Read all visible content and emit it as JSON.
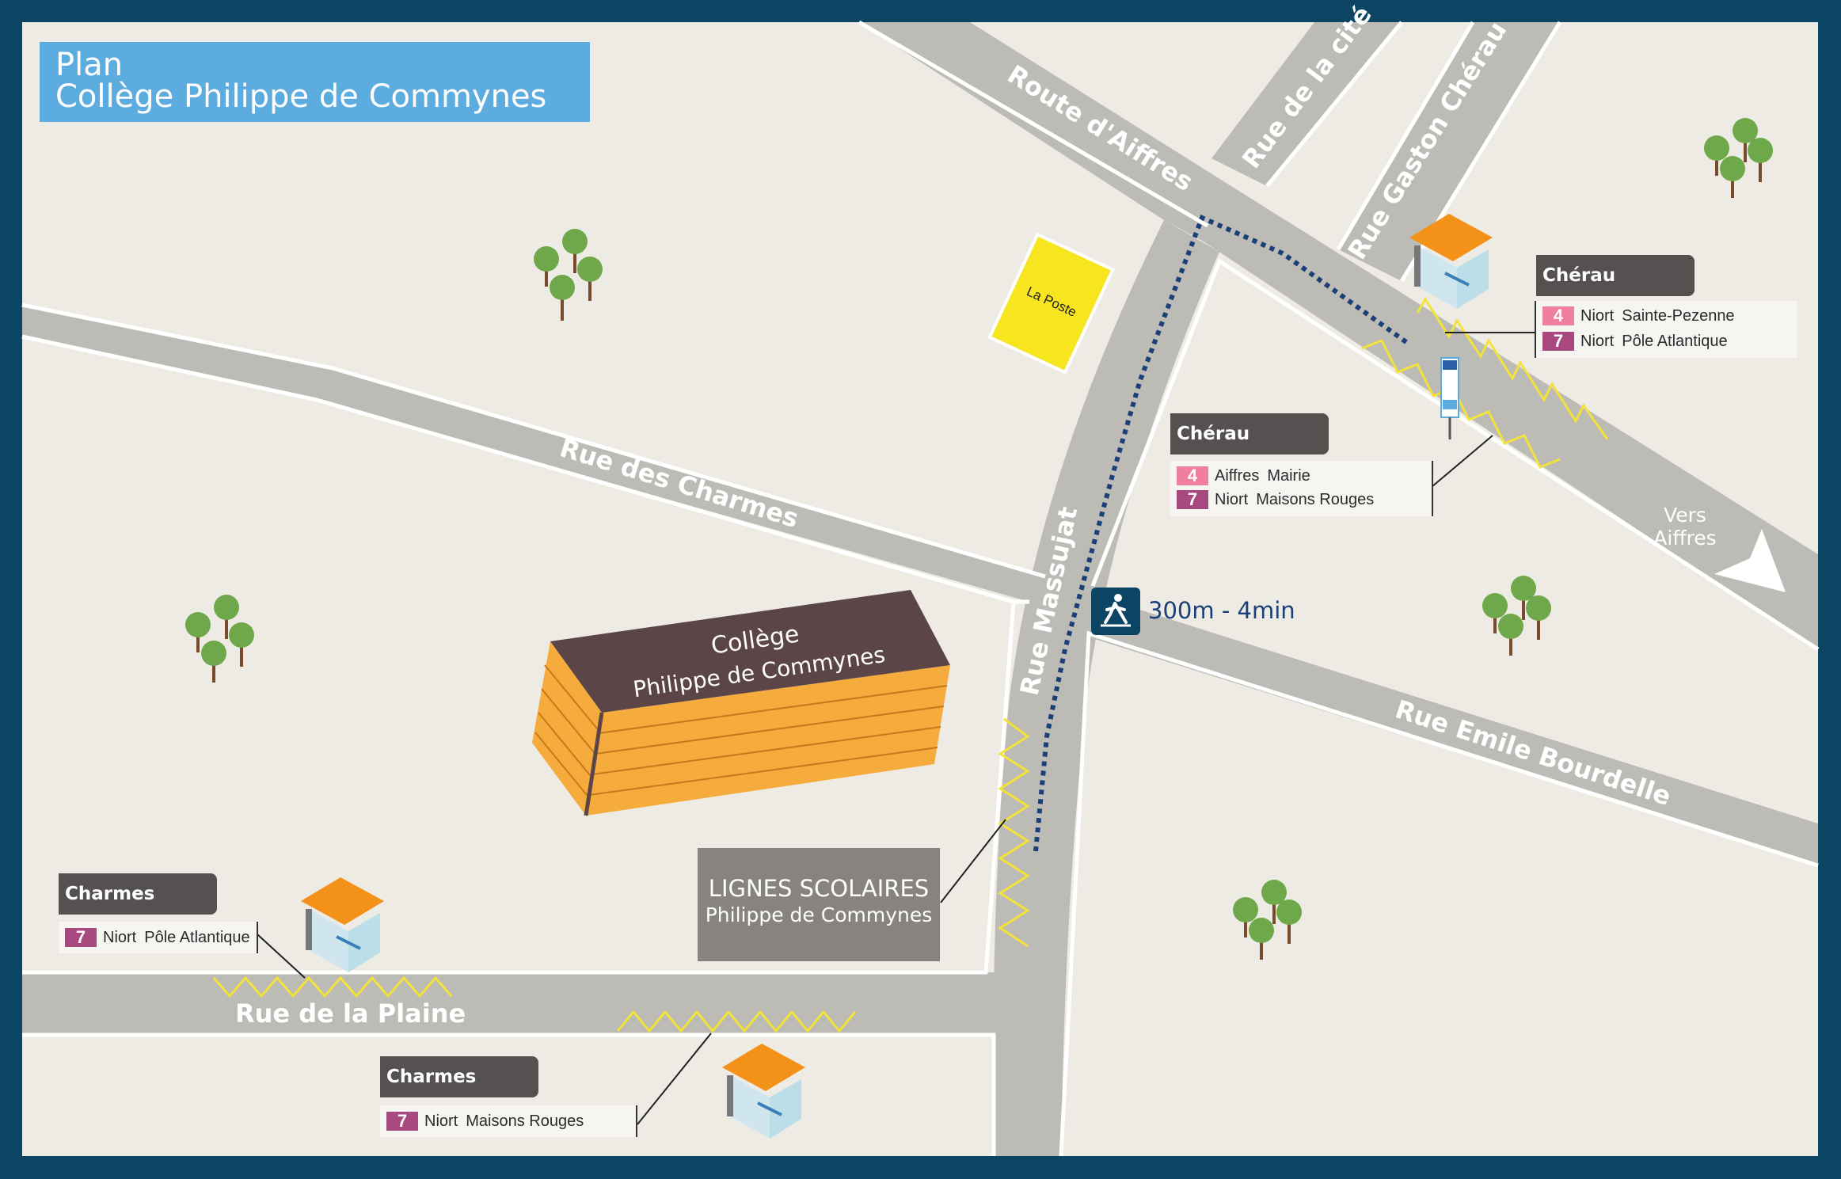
{
  "title": {
    "line1": "Plan",
    "line2": "Collège Philippe de Commynes"
  },
  "roads": {
    "route_aiffres": "Route d'Aiffres",
    "rue_cite": "Rue de la cité",
    "rue_gaston": "Rue Gaston Chérau",
    "rue_charmes": "Rue des Charmes",
    "rue_massujat": "Rue Massujat",
    "rue_bourdelle": "Rue Emile Bourdelle",
    "rue_plaine": "Rue de la Plaine"
  },
  "direction": {
    "line1": "Vers",
    "line2": "Aiffres"
  },
  "poi": {
    "la_poste": "La Poste",
    "college": {
      "line1": "Collège",
      "line2": "Philippe de Commynes"
    }
  },
  "school_lines": {
    "line1": "LIGNES SCOLAIRES",
    "line2": "Philippe de Commynes"
  },
  "walk": {
    "icon": "pedestrian-icon",
    "text": "300m - 4min"
  },
  "stops": {
    "cherau_ne": {
      "name": "Chérau",
      "lines": [
        {
          "num": "4",
          "city": "Niort",
          "dest": "Sainte-Pezenne",
          "color": "#ef7f9e"
        },
        {
          "num": "7",
          "city": "Niort",
          "dest": "Pôle Atlantique",
          "color": "#a7487f"
        }
      ]
    },
    "cherau_mid": {
      "name": "Chérau",
      "lines": [
        {
          "num": "4",
          "city": "Aiffres",
          "dest": "Mairie",
          "color": "#ef7f9e"
        },
        {
          "num": "7",
          "city": "Niort",
          "dest": "Maisons Rouges",
          "color": "#a7487f"
        }
      ]
    },
    "charmes_w": {
      "name": "Charmes",
      "lines": [
        {
          "num": "7",
          "city": "Niort",
          "dest": "Pôle Atlantique",
          "color": "#a7487f"
        }
      ]
    },
    "charmes_s": {
      "name": "Charmes",
      "lines": [
        {
          "num": "7",
          "city": "Niort",
          "dest": "Maisons Rouges",
          "color": "#a7487f"
        }
      ]
    }
  },
  "colors": {
    "frame": "#0c4463",
    "ground": "#eeebe5",
    "road": "#bdbbb6",
    "title_bg": "#5dace0",
    "poste": "#f7e51f",
    "building_roof": "#5b4546",
    "building_wall": "#f5ac3d",
    "zigzag": "#f3e23a",
    "walk_path": "#1b3f77",
    "line4": "#ef7f9e",
    "line7": "#a7487f"
  }
}
